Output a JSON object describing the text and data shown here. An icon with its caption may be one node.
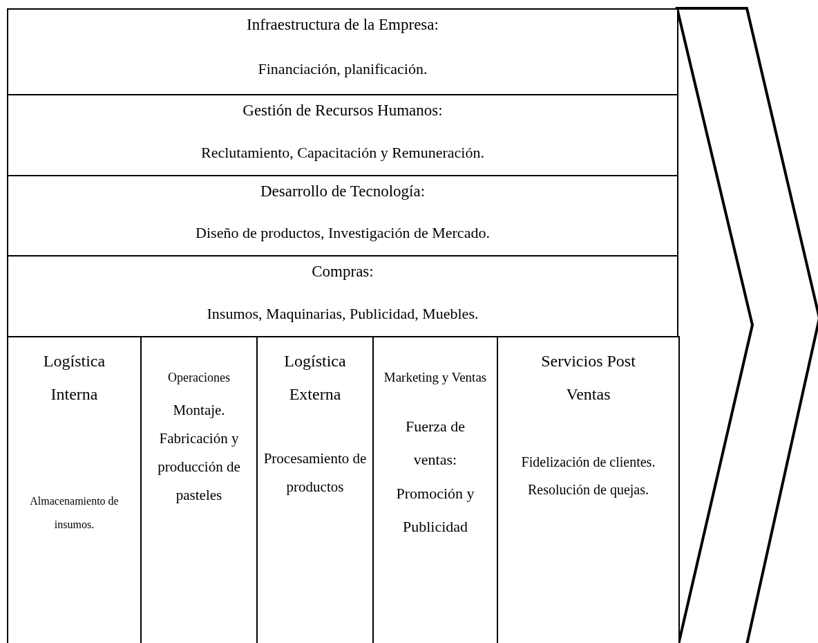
{
  "diagram": {
    "nodes": [
      {
        "text": [
          "Infraestructura de la Empresa:",
          "Financiación, planificación."
        ]
      },
      {
        "text": [
          "Gestión de Recursos Humanos:",
          "Reclutamiento, Capacitación y Remuneración."
        ]
      },
      {
        "text": [
          "Desarrollo de Tecnología:",
          "Diseño de productos, Investigación de Mercado."
        ]
      },
      {
        "text": [
          "Compras:",
          "Insumos, Maquinarias, Publicidad, Muebles."
        ]
      },
      {
        "text": [
          "Logística Interna",
          "Almacenamiento de insumos."
        ]
      },
      {
        "text": [
          "Operaciones",
          "Montaje. Fabricación y producción de pasteles"
        ]
      },
      {
        "text": [
          "Logística Externa",
          "Procesamiento de productos"
        ]
      },
      {
        "text": [
          "Marketing y Ventas",
          "Fuerza de ventas: Promoción y Publicidad"
        ]
      },
      {
        "text": [
          "Servicios Post Ventas",
          "Fidelización de clientes. Resolución de quejas."
        ]
      }
    ]
  }
}
